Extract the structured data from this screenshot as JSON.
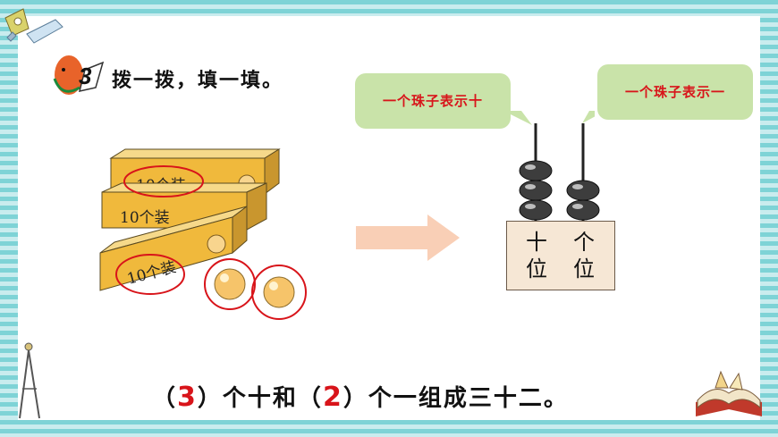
{
  "task": {
    "number": "3",
    "text": "拨一拨，填一填。"
  },
  "blocks": {
    "label": "10个装"
  },
  "abacus": {
    "bubble_tens": "一个珠子表示十",
    "bubble_ones": "一个珠子表示一",
    "tens_beads": 3,
    "ones_beads": 2,
    "tens_col": [
      "十",
      "位"
    ],
    "ones_col": [
      "个",
      "位"
    ]
  },
  "answer": {
    "open1": "（",
    "value1": "3",
    "close1": "）",
    "mid": "个十和",
    "open2": "（",
    "value2": "2",
    "close2": "）",
    "tail": "个一组成三十二。"
  },
  "colors": {
    "accent_red": "#d8141a",
    "bubble_green": "#c9e3a9",
    "stripe_teal": "#7ed3d6"
  }
}
